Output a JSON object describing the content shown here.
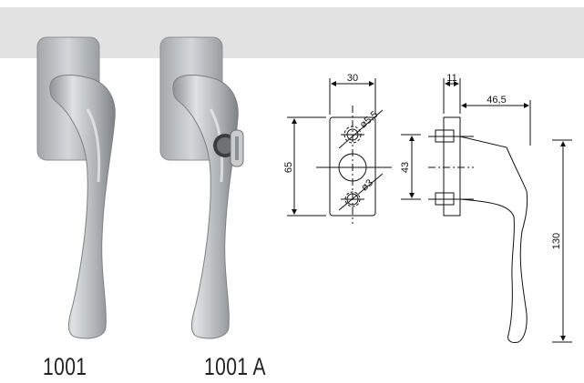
{
  "colors": {
    "header_band": "#e2e2e2",
    "handle_metal": "#b9bcbf",
    "drawing_line": "#111111"
  },
  "products": [
    {
      "model": "1001",
      "has_key_lock": false
    },
    {
      "model": "1001 A",
      "has_key_lock": true
    }
  ],
  "drawing": {
    "dim_plate_width": "30",
    "dim_hole_top": "ø5,5",
    "dim_hole_bottom": "ø3",
    "dim_plate_height": "65",
    "dim_hole_spacing": "43",
    "dim_thickness": "11",
    "dim_projection": "46,5",
    "dim_handle_length": "130"
  },
  "icons": {
    "handle": "window-handle-icon",
    "key": "key-icon"
  }
}
